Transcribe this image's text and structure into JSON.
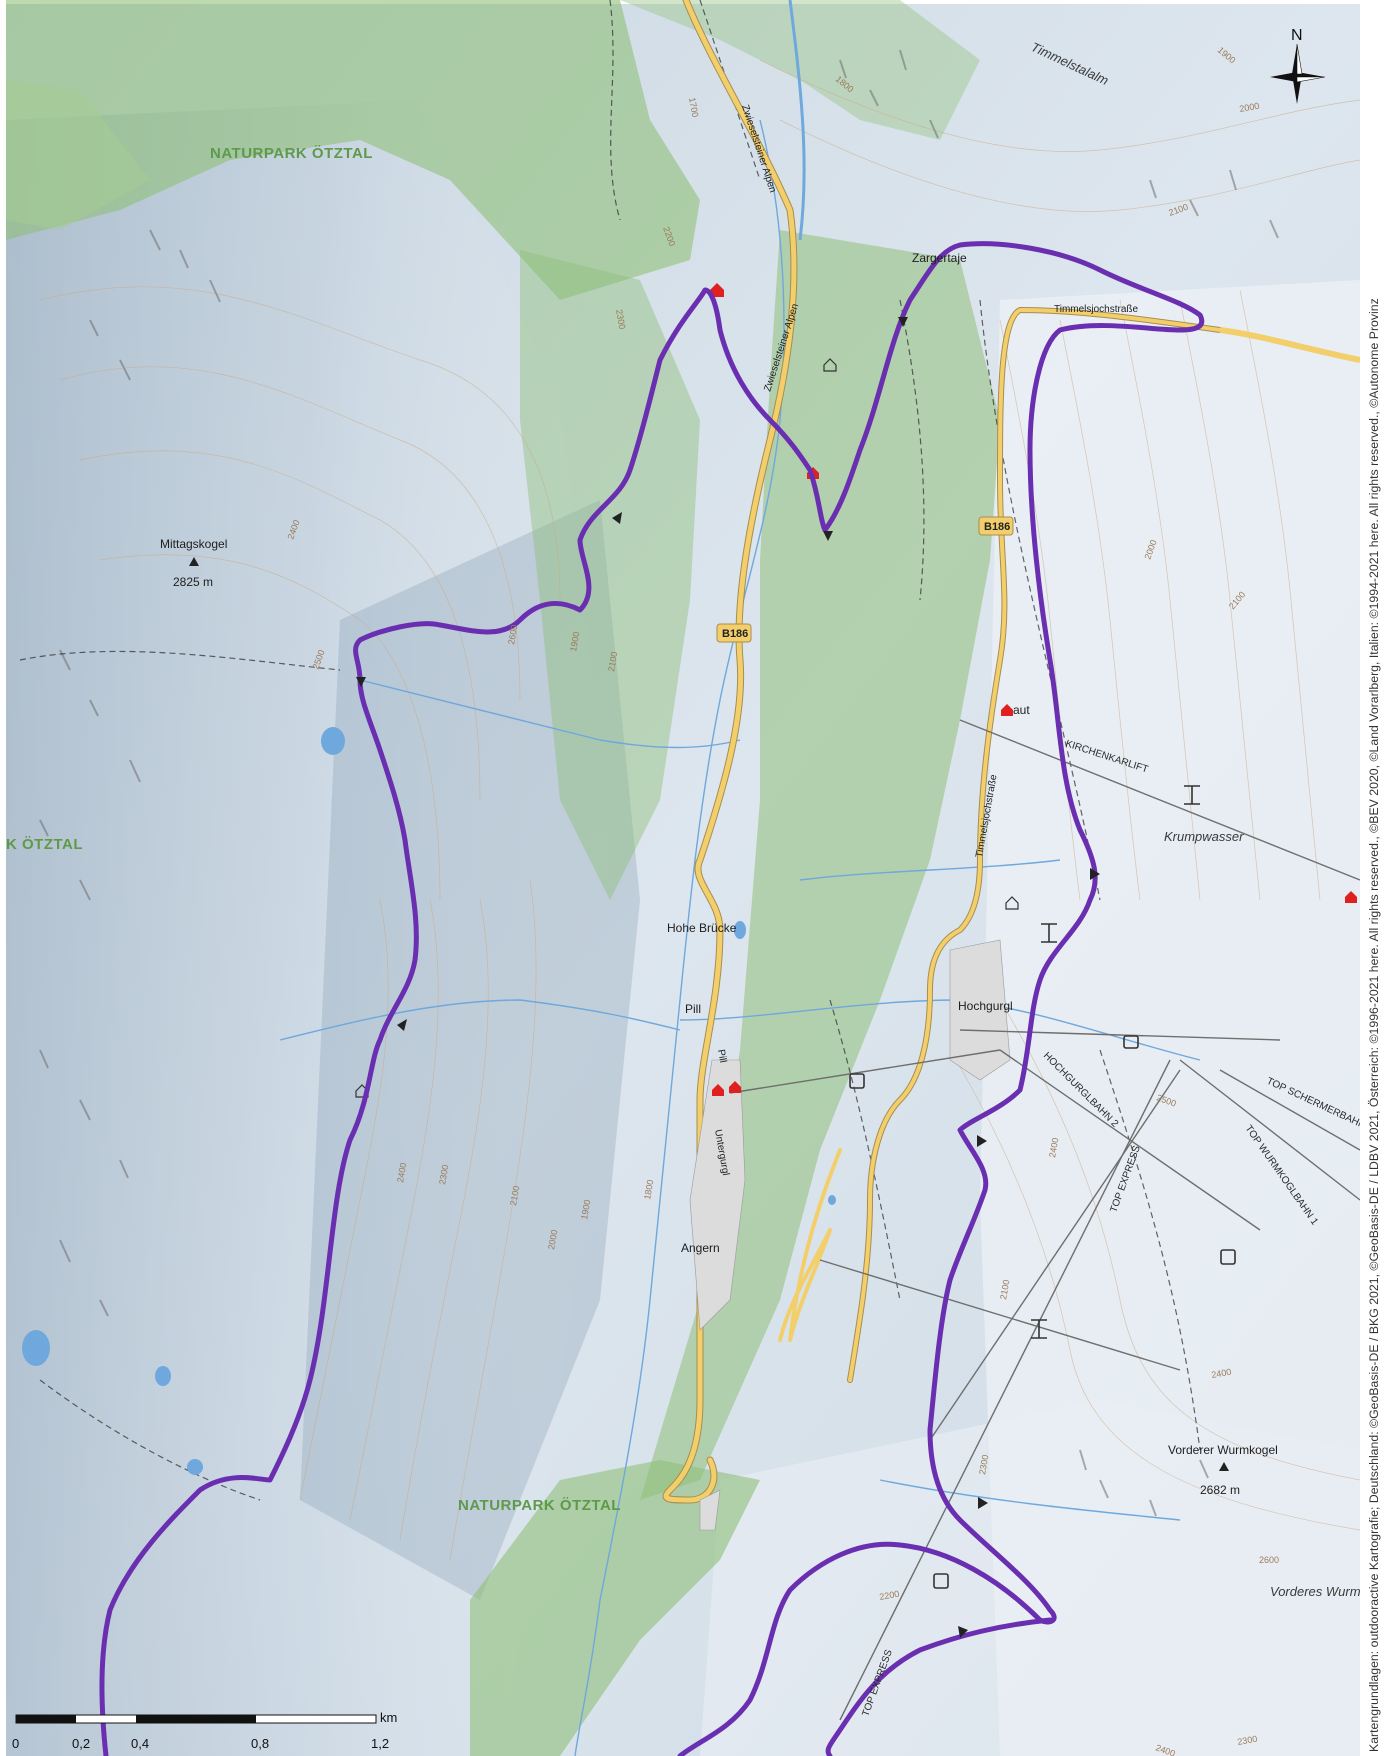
{
  "map": {
    "compass": {
      "north_label": "N"
    },
    "parks": [
      {
        "id": "park-label-north",
        "text": "NATURPARK ÖTZTAL"
      },
      {
        "id": "park-label-west",
        "text": "K ÖTZTAL"
      },
      {
        "id": "park-label-south",
        "text": "NATURPARK ÖTZTAL"
      }
    ],
    "places": {
      "timmelstalalm": "Timmelstalalm",
      "zargertaje": "Zargertaje",
      "hohe_brucke": "Hohe Brücke",
      "pill": "Pill",
      "angern": "Angern",
      "hochgurgl": "Hochgurgl",
      "krumpwasser": "Krumpwasser",
      "vorderes_wurm": "Vorderes Wurm",
      "aut": "aut"
    },
    "peaks": [
      {
        "id": "peak-mittagskogel",
        "name": "Mittagskogel",
        "elevation": "2825 m"
      },
      {
        "id": "peak-vorderer-wurmkogel",
        "name": "Vorderer Wurmkogel",
        "elevation": "2682 m"
      }
    ],
    "roads": {
      "b186_a": "B186",
      "b186_b": "B186",
      "zwieselsteiner_alpen_1": "Zwieselsteiner Alpen",
      "zwieselsteiner_alpen_2": "Zwieselsteiner Alpen",
      "timmelsjochstrasse_1": "Timmelsjochstraße",
      "timmelsjochstrasse_2": "Timmelsjochstraße",
      "pill": "Pill",
      "untergurgl": "Untergurgl"
    },
    "lifts": {
      "kirchenkarlift": "KIRCHENKARLIFT",
      "hochgurglbahn2": "HOCHGURGLBAHN 2",
      "top_express_1": "TOP EXPRESS",
      "top_express_2": "TOP EXPRESS",
      "top_schermerbahn": "TOP SCHERMERBAHN",
      "top_wurmkoglbahn1": "TOP WURMKOGLBAHN 1"
    },
    "contours": [
      "1700",
      "1800",
      "1900",
      "2000",
      "2100",
      "2200",
      "2300",
      "2400",
      "2500",
      "2600",
      "1900",
      "2100",
      "2000",
      "2100",
      "2400",
      "2300",
      "2100",
      "2000",
      "1900",
      "1800",
      "2400",
      "2500",
      "2100",
      "2300",
      "2200",
      "2400",
      "2300",
      "2400",
      "2600"
    ],
    "scale": {
      "ticks": [
        "0",
        "0,2",
        "0,4",
        "0,8",
        "1,2"
      ],
      "unit": "km"
    },
    "attribution": "Kartengrundlagen: outdooractive Kartografie; Deutschland: ©GeoBasis-DE / BKG 2021, ©GeoBasis-DE / LDBV 2021, Österreich: ©1996-2021 here. All rights reserved., ©BEV 2020, ©Land Vorarlberg, Italien: ©1994-2021 here. All rights reserved., ©Autonome Provinz",
    "colors": {
      "route": "#6a2fb0",
      "road": "#f3cf6b",
      "forest": "#8fbf7a",
      "rock": "#c4d3df",
      "water": "#6fa8dc"
    }
  }
}
